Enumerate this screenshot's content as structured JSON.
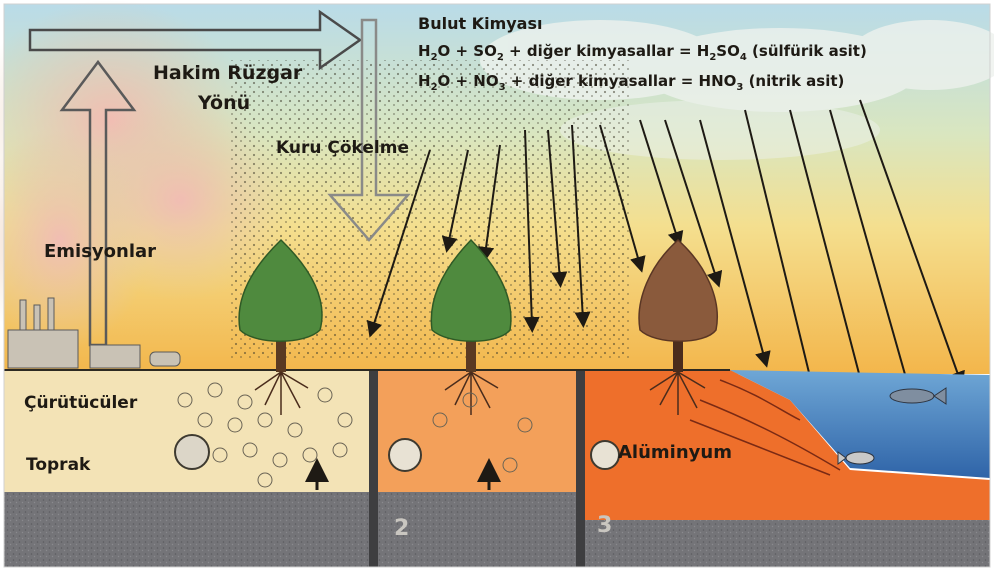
{
  "diagram": {
    "title": "Bulut Kimyası",
    "equations": [
      {
        "parts": [
          "H",
          "2",
          "O + SO",
          "2",
          " + diğer kimyasallar = H",
          "2",
          "SO",
          "4",
          " (sülfürik asit)"
        ]
      },
      {
        "parts": [
          "H",
          "2",
          "O + NO",
          "3",
          " + diğer kimyasallar = HNO",
          "3",
          " (nitrik asit)"
        ]
      }
    ],
    "labels": {
      "wind": "Hakim Rüzgar",
      "wind2": "Yönü",
      "dry_deposition": "Kuru Çökelme",
      "emissions": "Emisyonlar",
      "decomposers": "Çürütücüler",
      "soil": "Toprak",
      "aluminum": "Alüminyum"
    },
    "zones": [
      "2",
      "3"
    ],
    "colors": {
      "sky_top": "#9fc8dc",
      "haze": "#f2e19a",
      "sun": "#f5b13a",
      "soil_light": "#f3e3b6",
      "soil_red": "#ee7a35",
      "rock": "#6f6f72",
      "water": "#4f88c4",
      "tree": "#4f8a3e",
      "dead_tree": "#8a5a3c",
      "smoke": "#e9b2a7"
    }
  }
}
